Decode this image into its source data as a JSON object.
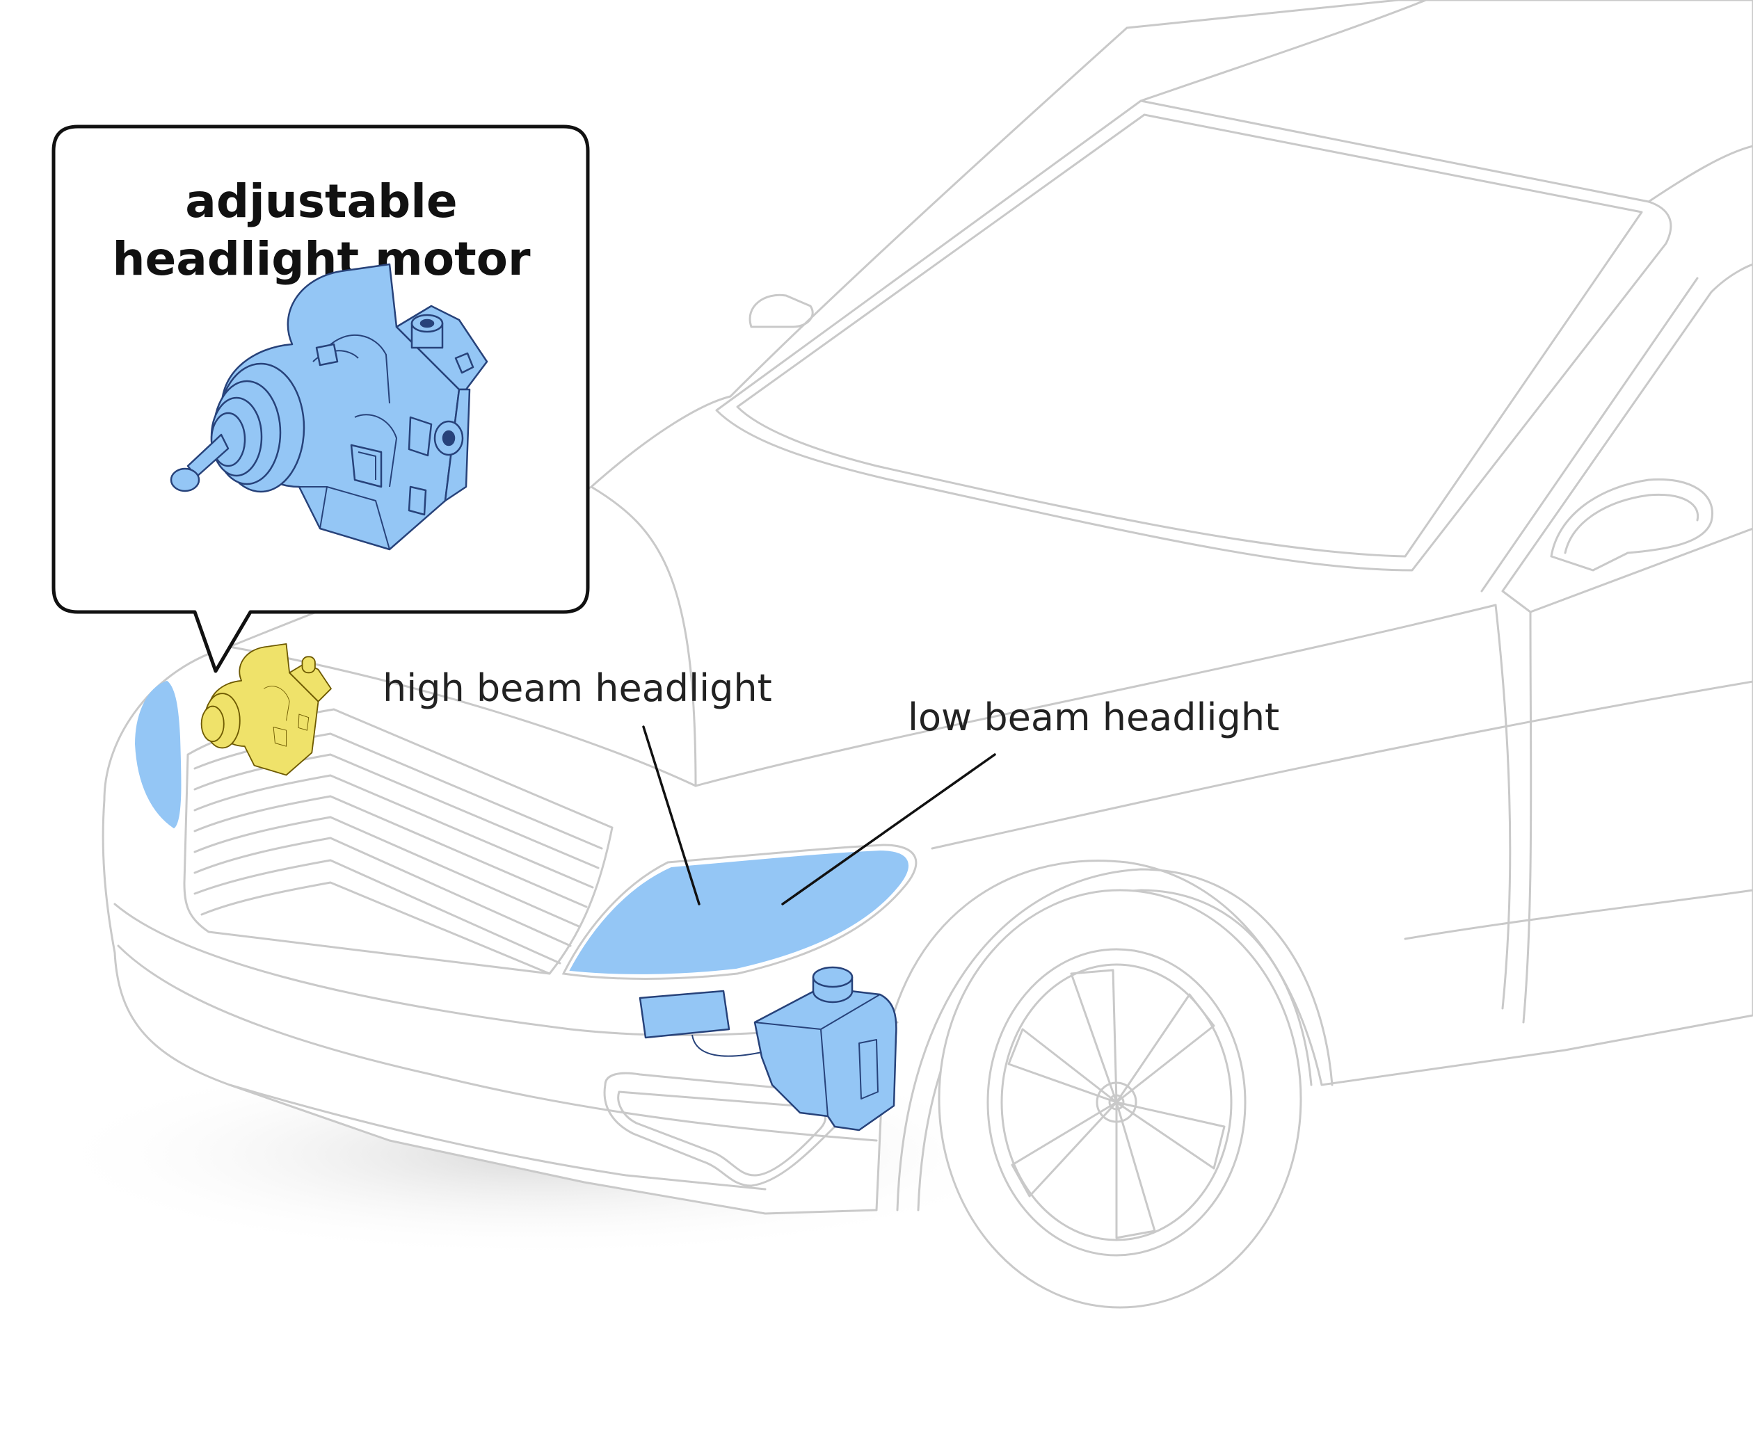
{
  "callout": {
    "title_line1": "adjustable",
    "title_line2": "headlight motor"
  },
  "labels": {
    "high_beam": "high beam headlight",
    "low_beam": "low beam headlight"
  },
  "colors": {
    "part_blue": "#94c6f5",
    "part_outline": "#27427a",
    "motor_highlight": "#efe26a",
    "car_outline": "#c9c9c9",
    "callout_border": "#111111",
    "label_text": "#222222"
  },
  "icons": {
    "motor": "headlight-motor-icon",
    "washer": "washer-reservoir-icon"
  }
}
